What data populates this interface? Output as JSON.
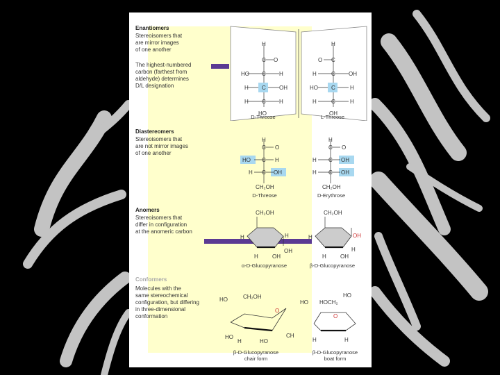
{
  "sections": {
    "enantiomers": {
      "heading": "Enantiomers",
      "definition": [
        "Stereoisomers that",
        "are mirror images",
        "of one another"
      ],
      "note": [
        "The highest-numbered",
        "carbon (farthest from",
        "aldehyde) determines",
        "D/L designation"
      ],
      "caption_left": "D-Threose",
      "caption_right": "L-Threose"
    },
    "diastereomers": {
      "heading": "Diastereomers",
      "definition": [
        "Stereoisomers that",
        "are not mirror images",
        "of one another"
      ],
      "caption_left": "D-Threose",
      "caption_right": "D-Erythrose"
    },
    "anomers": {
      "heading": "Anomers",
      "definition": [
        "Stereoisomers that",
        "differ in configuration",
        "at the anomeric carbon"
      ],
      "caption_left": "α-D-Glucopyranose",
      "caption_right": "β-D-Glucopyranose"
    },
    "conformers": {
      "heading": "Conformers",
      "definition": [
        "Molecules with the",
        "same stereochemical",
        "configuration, but differing",
        "in three-dimensional",
        "conformation"
      ],
      "caption_left": [
        "β-D-Glucopyranose",
        "chair form"
      ],
      "caption_right": [
        "β-D-Glucopyranose",
        "boat form"
      ]
    }
  },
  "atoms": {
    "H": "H",
    "C": "C",
    "O": "O",
    "OH": "OH",
    "HO": "HO",
    "CH2OH": "CH₂OH",
    "HOCH2": "HOCH₂",
    "CH": "CH"
  },
  "colors": {
    "highlight": "#a8d8f0",
    "bar": "#5b3a93",
    "yellow": "#ffffcc"
  }
}
